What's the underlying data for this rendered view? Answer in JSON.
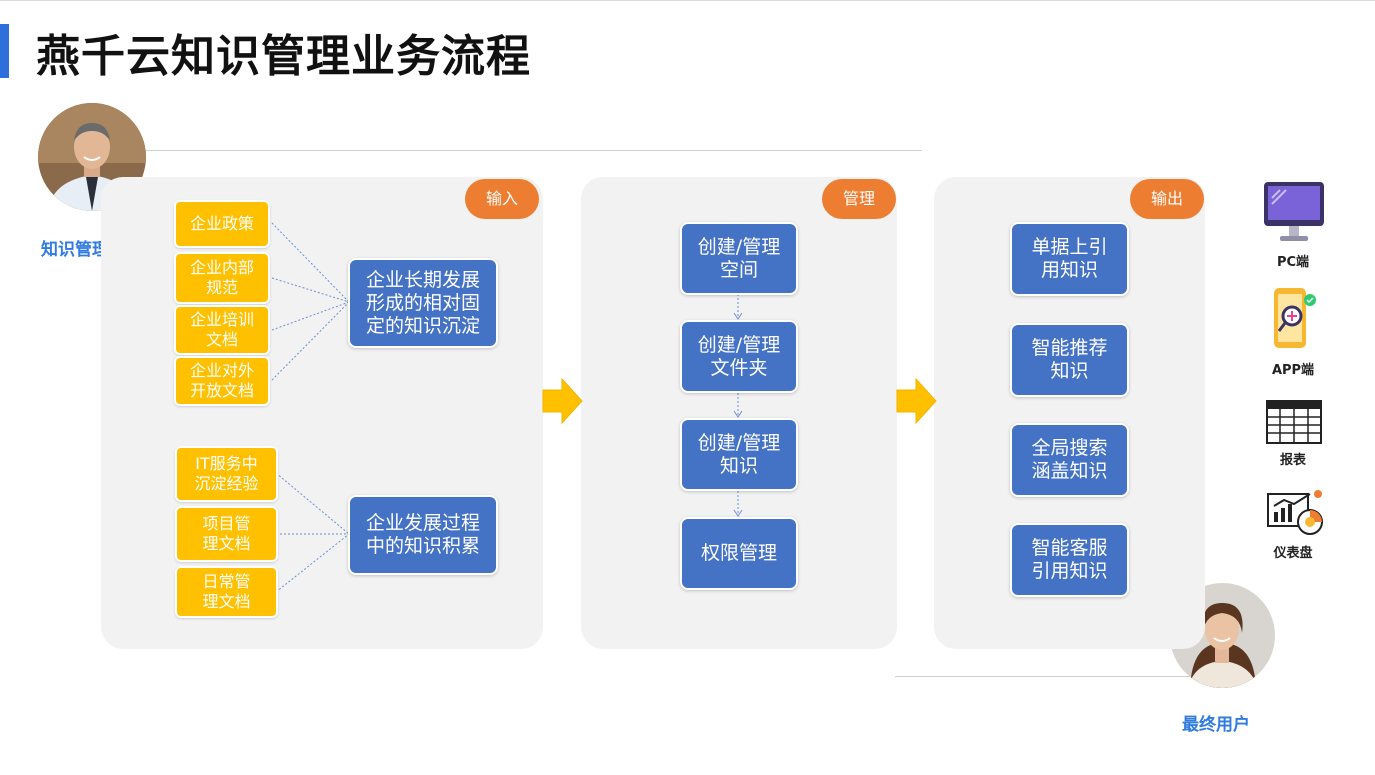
{
  "title": "燕千云知识管理业务流程",
  "roles": {
    "admin": "知识管理员",
    "end_user": "最终用户"
  },
  "stages": {
    "input": "输入",
    "manage": "管理",
    "output": "输出"
  },
  "input": {
    "group1_sources": [
      "企业政策",
      "企业内部规范",
      "企业培训文档",
      "企业对外开放文档"
    ],
    "group1_result": "企业长期发展形成的相对固定的知识沉淀",
    "group2_sources": [
      "IT服务中沉淀经验",
      "项目管理文档",
      "日常管理文档"
    ],
    "group2_result": "企业发展过程中的知识积累"
  },
  "manage_steps": [
    "创建/管理空间",
    "创建/管理文件夹",
    "创建/管理知识",
    "权限管理"
  ],
  "output_items": [
    "单据上引用知识",
    "智能推荐知识",
    "全局搜索涵盖知识",
    "智能客服引用知识"
  ],
  "channels": [
    {
      "label": "PC端",
      "icon": "monitor-icon"
    },
    {
      "label": "APP端",
      "icon": "phone-icon"
    },
    {
      "label": "报表",
      "icon": "table-icon"
    },
    {
      "label": "仪表盘",
      "icon": "dashboard-icon"
    }
  ],
  "colors": {
    "accent": "#2f6fdc",
    "pill": "#ed7d31",
    "source_box": "#ffc000",
    "step_box": "#4472c4",
    "arrow": "#ffc000",
    "role_text": "#2f7be0"
  }
}
